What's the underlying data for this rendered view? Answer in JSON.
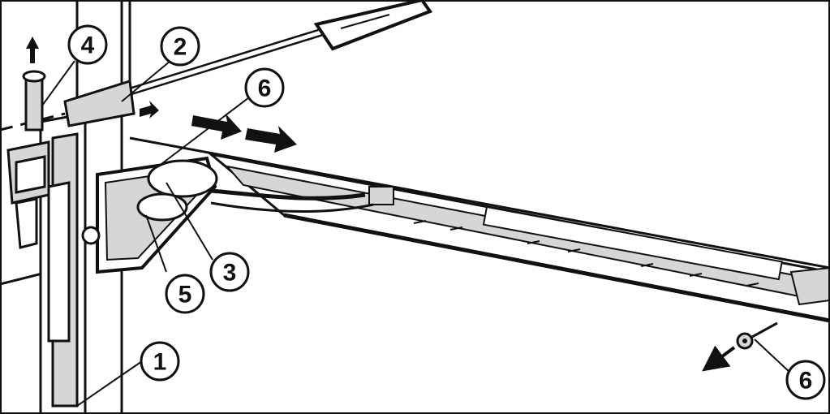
{
  "diagram": {
    "callouts": [
      {
        "id": "callout-4",
        "label": "4"
      },
      {
        "id": "callout-2",
        "label": "2"
      },
      {
        "id": "callout-6-top",
        "label": "6"
      },
      {
        "id": "callout-3",
        "label": "3"
      },
      {
        "id": "callout-5",
        "label": "5"
      },
      {
        "id": "callout-1",
        "label": "1"
      },
      {
        "id": "callout-6-bottom",
        "label": "6"
      }
    ],
    "colors": {
      "line": "#111111",
      "part_fill": "#ffffff",
      "shade": "#d6d6d6",
      "arrow": "#111111"
    }
  }
}
